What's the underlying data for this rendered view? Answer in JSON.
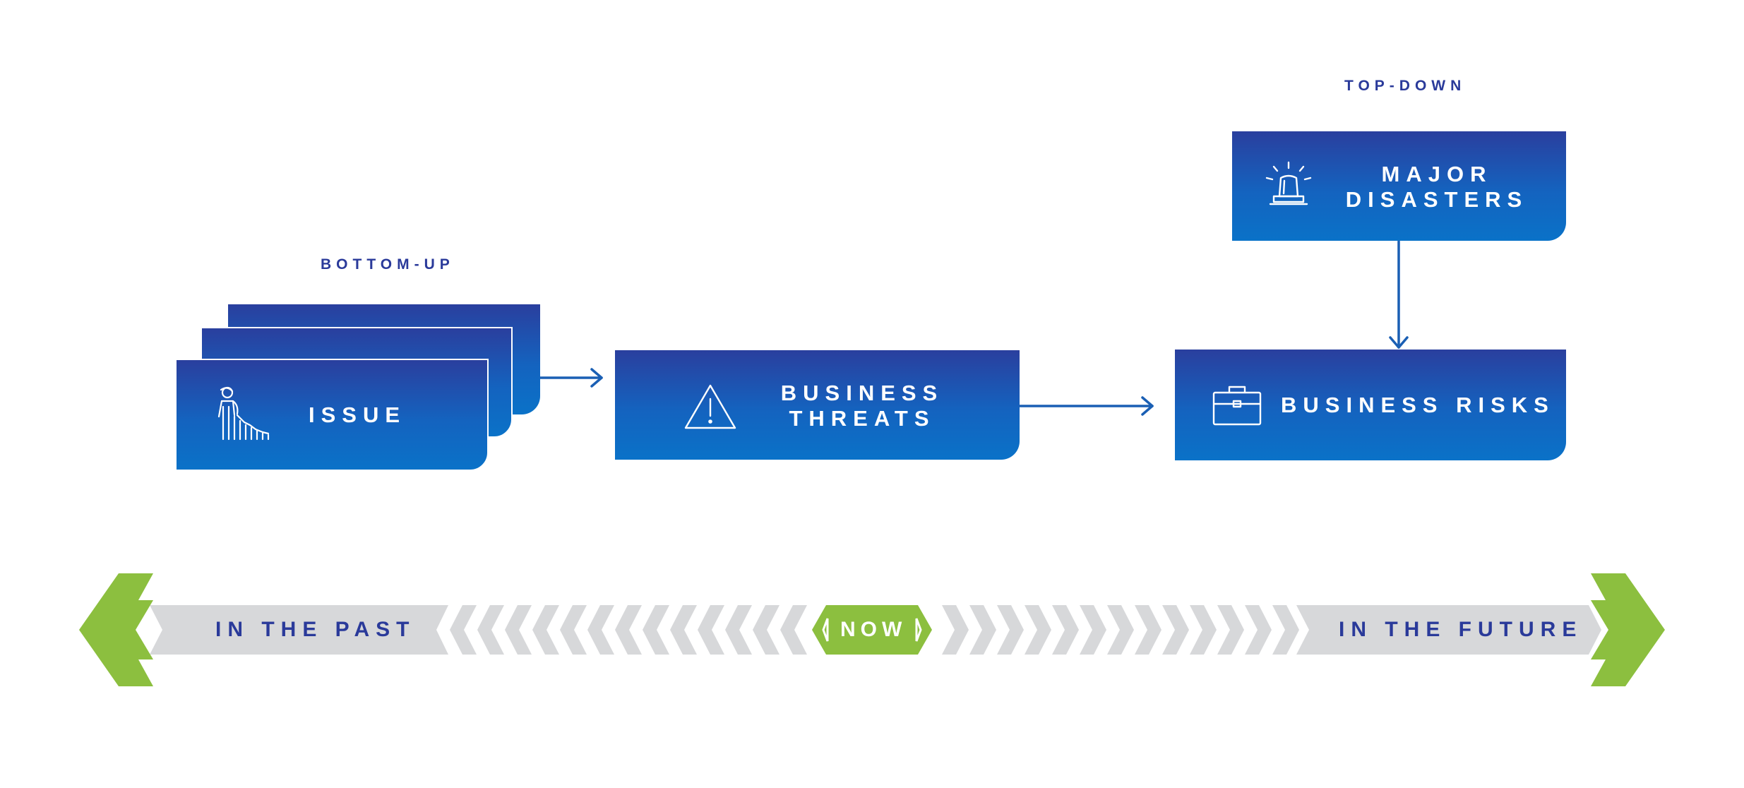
{
  "labels": {
    "top_down": "TOP-DOWN",
    "bottom_up": "BOTTOM-UP"
  },
  "boxes": {
    "major_disasters": {
      "line1": "MAJOR",
      "line2": "DISASTERS",
      "icon": "siren-icon"
    },
    "issue": {
      "text": "ISSUE",
      "icon": "person-declining-chart-icon"
    },
    "business_threats": {
      "line1": "BUSINESS",
      "line2": "THREATS",
      "icon": "warning-triangle-icon"
    },
    "business_risks": {
      "text": "BUSINESS RISKS",
      "icon": "briefcase-icon"
    }
  },
  "timeline": {
    "past": "IN THE PAST",
    "now": "NOW",
    "future": "IN THE FUTURE"
  },
  "colors": {
    "box_gradient_top": "#2a3f9e",
    "box_gradient_bottom": "#0a72c8",
    "label_text": "#2a3a9a",
    "connector": "#1a5fb4",
    "timeline_bar": "#d7d8da",
    "timeline_accent": "#8cbf3f"
  }
}
